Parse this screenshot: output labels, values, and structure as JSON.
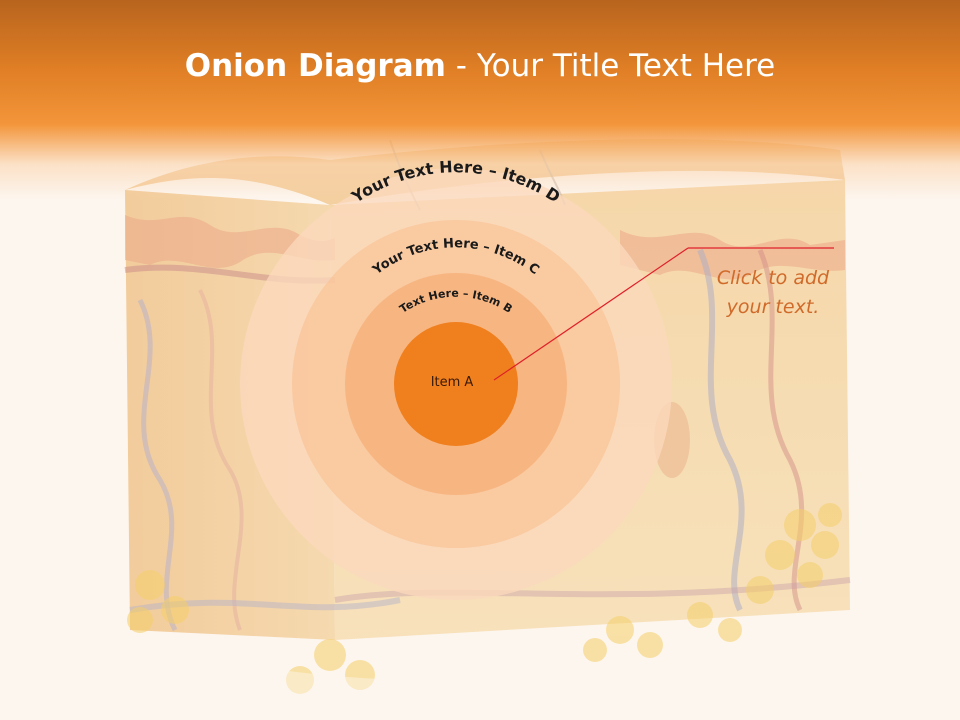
{
  "slide": {
    "title_bold": "Onion Diagram",
    "title_rest": " - Your Title Text Here",
    "callout_line1": "Click  to add",
    "callout_line2": "your text."
  },
  "onion": {
    "item_a": "Item A",
    "item_b": "Text Here – Item B",
    "item_c": "Your Text Here – Item C",
    "item_d": "Your Text Here – Item D"
  },
  "colors": {
    "header": "#e07f25",
    "ring_d": "#fbd9bc",
    "ring_c": "#f9c397",
    "ring_b": "#f6ab70",
    "core_a": "#f07f1e",
    "callout_line": "#e0202a",
    "callout_text": "#d06a2a"
  }
}
